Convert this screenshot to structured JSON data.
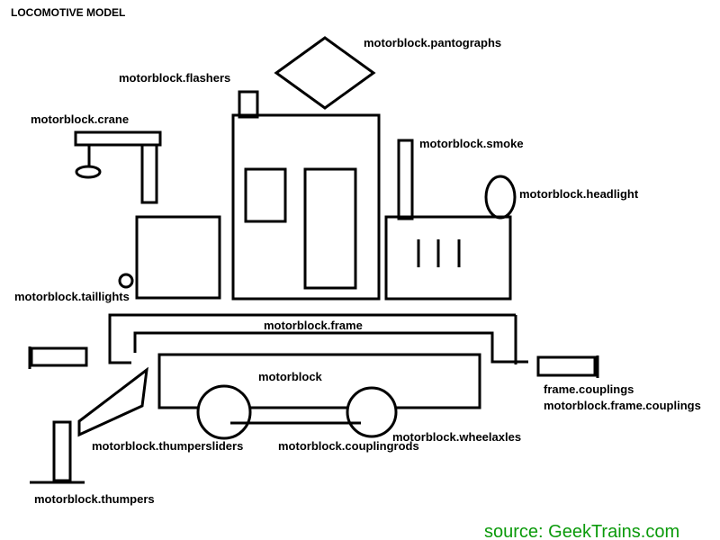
{
  "title": "LOCOMOTIVE MODEL",
  "source": "source: GeekTrains.com",
  "labels": {
    "pantographs": "motorblock.pantographs",
    "flashers": "motorblock.flashers",
    "crane": "motorblock.crane",
    "smoke": "motorblock.smoke",
    "headlight": "motorblock.headlight",
    "taillights": "motorblock.taillights",
    "frame": "motorblock.frame",
    "motorblock": "motorblock",
    "frame_couplings": "frame.couplings",
    "motorblock_frame_couplings": "motorblock.frame.couplings",
    "wheelaxles": "motorblock.wheelaxles",
    "thumpersliders": "motorblock.thumpersliders",
    "couplingrods": "motorblock.couplingrods",
    "thumpers": "motorblock.thumpers"
  }
}
